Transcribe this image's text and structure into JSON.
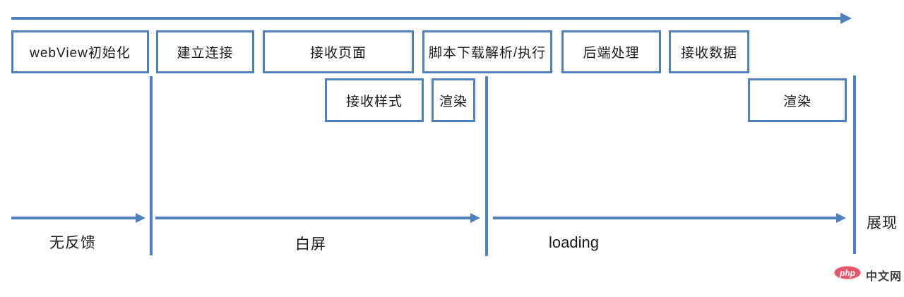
{
  "diagram": {
    "accent_color": "#4f81bd",
    "row1_boxes": [
      {
        "label": "webView初始化"
      },
      {
        "label": "建立连接"
      },
      {
        "label": "接收页面"
      },
      {
        "label": "脚本下载解析/执行"
      },
      {
        "label": "后端处理"
      },
      {
        "label": "接收数据"
      }
    ],
    "row2_boxes": [
      {
        "label": "接收样式"
      },
      {
        "label": "渲染"
      },
      {
        "label": "渲染"
      }
    ],
    "phase_labels": [
      {
        "text": "无反馈"
      },
      {
        "text": "白屏"
      },
      {
        "text": "loading"
      }
    ],
    "final_label": "展现"
  },
  "watermark": {
    "logo_text": "php",
    "site_text": "中文网",
    "logo_color": "#e4566b"
  }
}
